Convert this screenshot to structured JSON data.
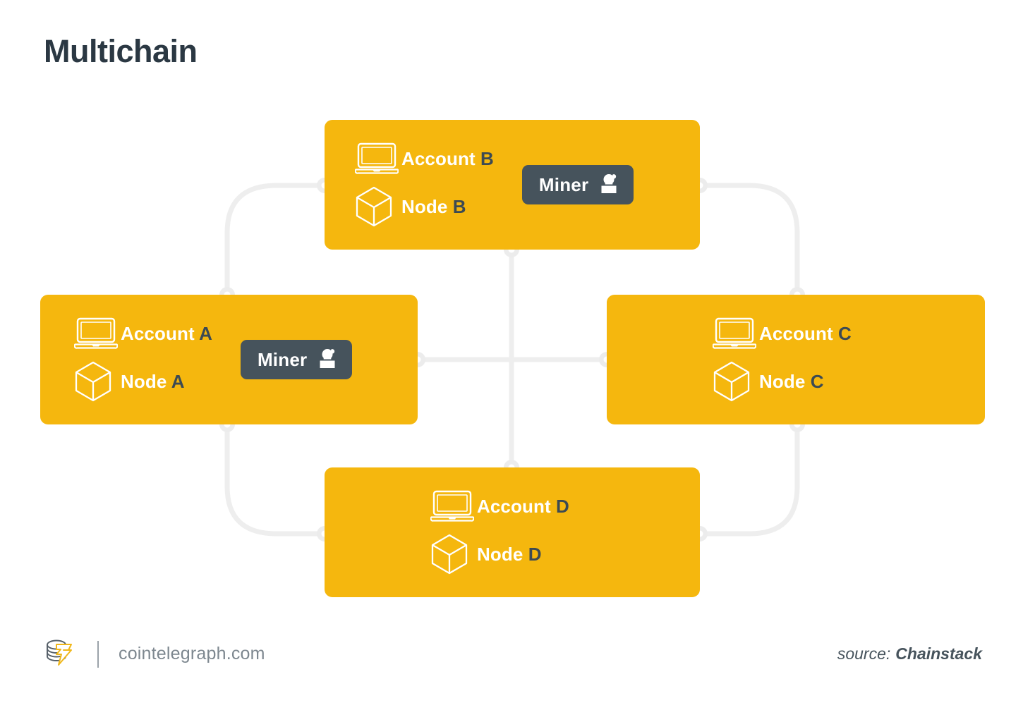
{
  "page": {
    "title": "Multichain",
    "background_color": "#ffffff",
    "accent_color": "#f5b70e",
    "dark_color": "#3c4a53",
    "badge_color": "#46535c",
    "connector_color": "#eeeeee"
  },
  "diagram": {
    "type": "network-diagram",
    "layout": "diamond",
    "nodes": [
      {
        "id": "a",
        "position": "left",
        "account_label": "Account",
        "account_tag": "A",
        "node_label": "Node",
        "node_tag": "A",
        "has_miner": true,
        "miner_label": "Miner",
        "laptop_icon": "laptop-icon",
        "cube_icon": "cube-icon",
        "miner_icon": "miner-person-icon"
      },
      {
        "id": "b",
        "position": "top",
        "account_label": "Account",
        "account_tag": "B",
        "node_label": "Node",
        "node_tag": "B",
        "has_miner": true,
        "miner_label": "Miner",
        "laptop_icon": "laptop-icon",
        "cube_icon": "cube-icon",
        "miner_icon": "miner-person-icon"
      },
      {
        "id": "c",
        "position": "right",
        "account_label": "Account",
        "account_tag": "C",
        "node_label": "Node",
        "node_tag": "C",
        "has_miner": false,
        "laptop_icon": "laptop-icon",
        "cube_icon": "cube-icon"
      },
      {
        "id": "d",
        "position": "bottom",
        "account_label": "Account",
        "account_tag": "D",
        "node_label": "Node",
        "node_tag": "D",
        "has_miner": false,
        "laptop_icon": "laptop-icon",
        "cube_icon": "cube-icon"
      }
    ],
    "connections": [
      {
        "from": "a",
        "to": "b",
        "style": "curve",
        "corner": "top-left"
      },
      {
        "from": "b",
        "to": "c",
        "style": "curve",
        "corner": "top-right"
      },
      {
        "from": "a",
        "to": "d",
        "style": "curve",
        "corner": "bottom-left"
      },
      {
        "from": "d",
        "to": "c",
        "style": "curve",
        "corner": "bottom-right"
      },
      {
        "from": "b",
        "to": "d",
        "style": "straight-vertical"
      },
      {
        "from": "a",
        "to": "c",
        "style": "straight-horizontal"
      }
    ]
  },
  "footer": {
    "logo_icon": "cointelegraph-coin-stack-logo",
    "site_url": "cointelegraph.com",
    "source_label": "source:",
    "source_value": "Chainstack"
  }
}
